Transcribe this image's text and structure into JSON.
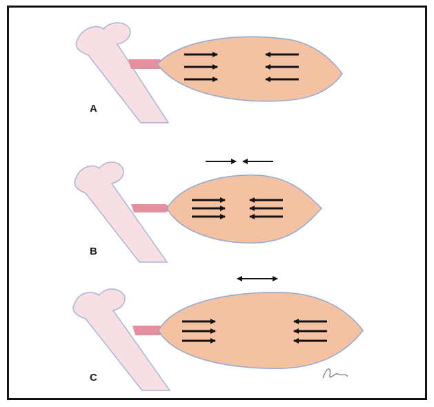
{
  "figure": {
    "panels": [
      {
        "label": "A",
        "state": "resting",
        "contraction_direction": "inward"
      },
      {
        "label": "B",
        "state": "shortening",
        "contraction_direction": "inward",
        "top_indicator": "inward"
      },
      {
        "label": "C",
        "state": "lengthening",
        "contraction_direction": "inward",
        "top_indicator": "outward"
      }
    ],
    "colors": {
      "muscle_fill": "#f4c2a3",
      "muscle_outline": "#8fa9d4",
      "bone_fill": "#f7dfe3",
      "bone_outline": "#a7b4d8",
      "tendon": "#e48fa0",
      "arrow": "#111111",
      "frame": "#111111"
    },
    "icons": [
      "signature-mark"
    ]
  }
}
